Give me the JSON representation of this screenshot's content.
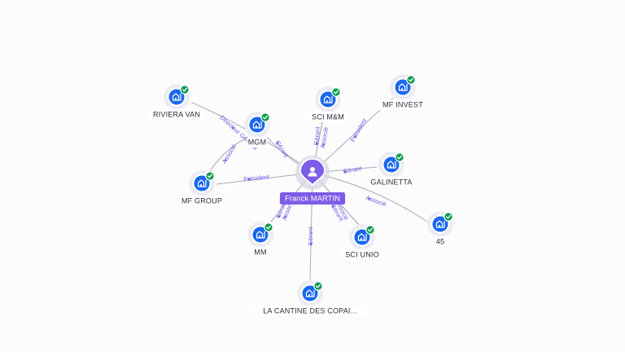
{
  "center": {
    "name": "Franck MARTIN",
    "icon": "person-icon",
    "color": "#7c5ce8"
  },
  "companies": [
    {
      "name": "RIVIERA VAN",
      "icon": "company-icon",
      "verified": true
    },
    {
      "name": "MGM",
      "icon": "company-icon",
      "verified": true
    },
    {
      "name": "SCI M&M",
      "icon": "company-icon",
      "verified": true
    },
    {
      "name": "MF INVEST",
      "icon": "company-icon",
      "verified": true
    },
    {
      "name": "GALINETTA",
      "icon": "company-icon",
      "verified": true
    },
    {
      "name": "MF GROUP",
      "icon": "company-icon",
      "verified": true
    },
    {
      "name": "45",
      "icon": "company-icon",
      "verified": true
    },
    {
      "name": "MM",
      "icon": "company-icon",
      "verified": true
    },
    {
      "name": "SCI UNIO",
      "icon": "company-icon",
      "verified": true
    },
    {
      "name": "LA CANTINE DES COPAI...",
      "icon": "company-icon",
      "verified": true
    }
  ],
  "links": [
    {
      "from": "Franck MARTIN",
      "to": "RIVIERA VAN",
      "role": "Directeur Général"
    },
    {
      "from": "Franck MARTIN",
      "to": "MGM",
      "role": "Gérant"
    },
    {
      "from": "Franck MARTIN",
      "to": "SCI M&M",
      "role": "Gérant"
    },
    {
      "from": "Franck MARTIN",
      "to": "SCI M&M",
      "role": "Associé"
    },
    {
      "from": "Franck MARTIN",
      "to": "MF INVEST",
      "role": "Président"
    },
    {
      "from": "Franck MARTIN",
      "to": "GALINETTA",
      "role": "Gérant"
    },
    {
      "from": "Franck MARTIN",
      "to": "MF GROUP",
      "role": "Président"
    },
    {
      "from": "MF GROUP",
      "to": "MGM",
      "role": "Associé"
    },
    {
      "from": "Franck MARTIN",
      "to": "45",
      "role": "Associé"
    },
    {
      "from": "Franck MARTIN",
      "to": "MM",
      "role": "Gérant"
    },
    {
      "from": "Franck MARTIN",
      "to": "MM",
      "role": "Associé"
    },
    {
      "from": "Franck MARTIN",
      "to": "SCI UNIO",
      "role": "Gérant"
    },
    {
      "from": "Franck MARTIN",
      "to": "SCI UNIO",
      "role": "Associé"
    },
    {
      "from": "Franck MARTIN",
      "to": "LA CANTINE DES COPAI...",
      "role": "Gérant"
    }
  ],
  "colors": {
    "accent": "#7c5ce8",
    "company": "#1a67f0",
    "verified": "#0c9a4e",
    "edge": "#a8a8be",
    "edge_label": "#6d5ae6"
  }
}
